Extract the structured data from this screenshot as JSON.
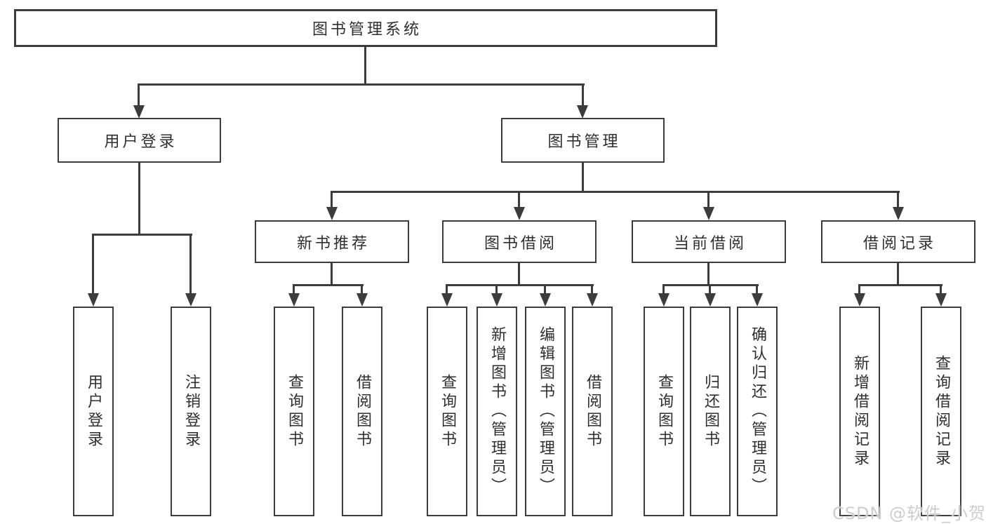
{
  "colors": {
    "background": "#ffffff",
    "line": "#3c3c3c",
    "box_border": "#3c3c3c",
    "text": "#2f2f2f",
    "watermark_text": "#cdcdcd"
  },
  "watermark": {
    "label": "CSDN @软件_小贺同学"
  },
  "tree": {
    "label": "图书管理系统",
    "children": [
      {
        "label": "用户登录",
        "children": [
          {
            "label": "用户登录"
          },
          {
            "label": "注销登录"
          }
        ]
      },
      {
        "label": "图书管理",
        "children": [
          {
            "label": "新书推荐",
            "children": [
              {
                "label": "查询图书"
              },
              {
                "label": "借阅图书"
              }
            ]
          },
          {
            "label": "图书借阅",
            "children": [
              {
                "label": "查询图书"
              },
              {
                "label": "新增图书（管理员）"
              },
              {
                "label": "编辑图书（管理员）"
              },
              {
                "label": "借阅图书"
              }
            ]
          },
          {
            "label": "当前借阅",
            "children": [
              {
                "label": "查询图书"
              },
              {
                "label": "归还图书"
              },
              {
                "label": "确认归还（管理员）"
              }
            ]
          },
          {
            "label": "借阅记录",
            "children": [
              {
                "label": "新增借阅记录"
              },
              {
                "label": "查询借阅记录"
              }
            ]
          }
        ]
      }
    ]
  }
}
